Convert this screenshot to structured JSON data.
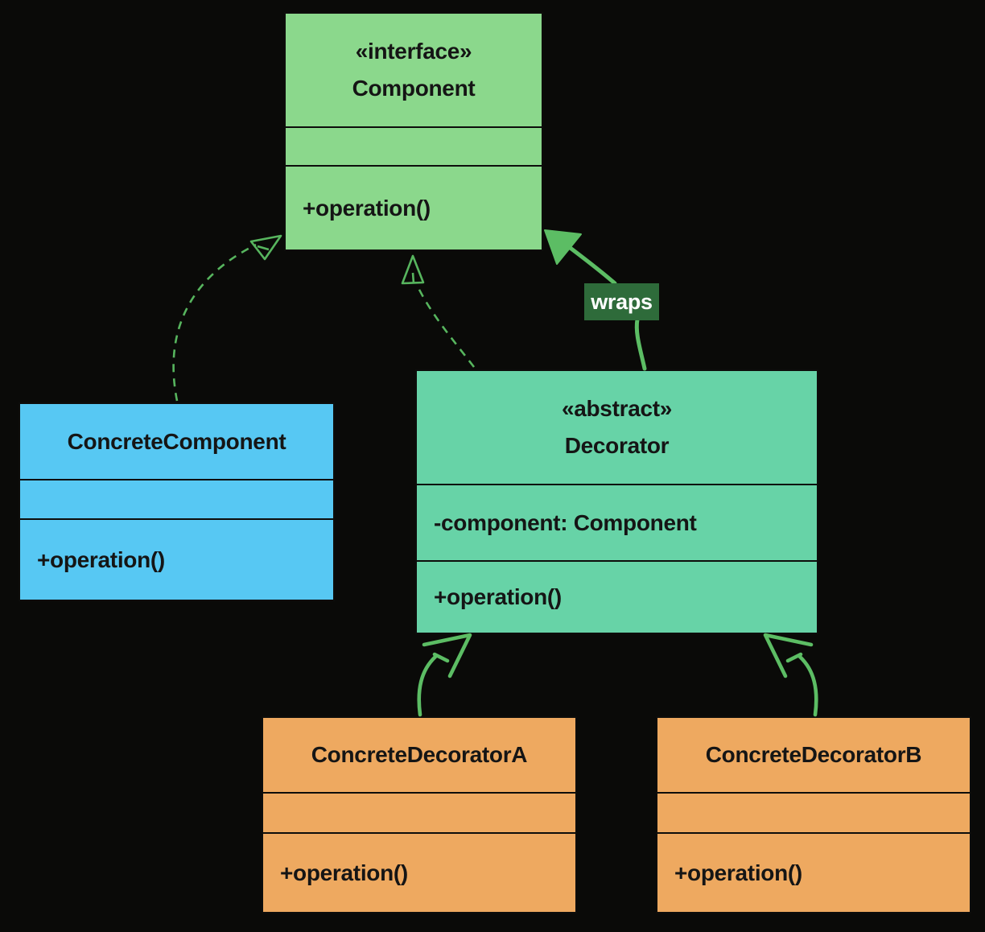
{
  "diagram": {
    "pattern": "Decorator",
    "classes": {
      "component": {
        "stereotype": "«interface»",
        "name": "Component",
        "attributes": "",
        "operations": "+operation()",
        "fill": "#8bd88c"
      },
      "concrete_component": {
        "name": "ConcreteComponent",
        "attributes": "",
        "operations": "+operation()",
        "fill": "#57c8f3"
      },
      "decorator": {
        "stereotype": "«abstract»",
        "name": "Decorator",
        "attributes": "-component: Component",
        "operations": "+operation()",
        "fill": "#67d3a7"
      },
      "concrete_decorator_a": {
        "name": "ConcreteDecoratorA",
        "attributes": "",
        "operations": "+operation()",
        "fill": "#eea960"
      },
      "concrete_decorator_b": {
        "name": "ConcreteDecoratorB",
        "attributes": "",
        "operations": "+operation()",
        "fill": "#eea960"
      }
    },
    "edges": [
      {
        "from": "ConcreteComponent",
        "to": "Component",
        "type": "realization",
        "style": "dashed, hollow arrowhead",
        "label": ""
      },
      {
        "from": "Decorator",
        "to": "Component",
        "type": "realization",
        "style": "dashed, hollow arrowhead",
        "label": ""
      },
      {
        "from": "Decorator",
        "to": "Component",
        "type": "association",
        "style": "solid, filled arrowhead",
        "label": "wraps"
      },
      {
        "from": "ConcreteDecoratorA",
        "to": "Decorator",
        "type": "inheritance",
        "style": "solid, hollow arrowhead",
        "label": ""
      },
      {
        "from": "ConcreteDecoratorB",
        "to": "Decorator",
        "type": "inheritance",
        "style": "solid, hollow arrowhead",
        "label": ""
      }
    ],
    "colors": {
      "background": "#0a0a08",
      "border": "#0d0d0b",
      "text": "#151515",
      "arrow_solid": "#5cbd64",
      "arrow_dashed": "#57b55e",
      "label_bg": "#2e6b3a",
      "label_text": "#ffffff"
    }
  }
}
